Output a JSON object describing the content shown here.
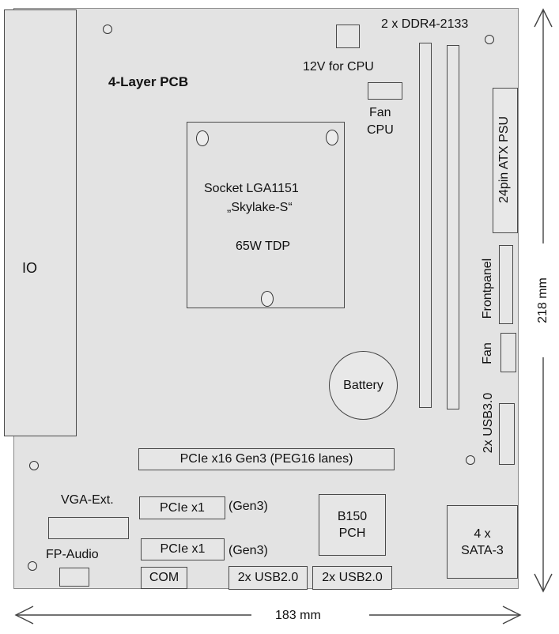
{
  "io": "IO",
  "pcb_layers": "4-Layer PCB",
  "memory": "2 x DDR4-2133",
  "cpu_power": "12V for CPU",
  "cpu_fan_line1": "Fan",
  "cpu_fan_line2": "CPU",
  "socket_line1": "Socket LGA1151",
  "socket_line2": "„Skylake-S“",
  "socket_tdp": "65W TDP",
  "psu": "24pin ATX PSU",
  "frontpanel": "Frontpanel",
  "fan": "Fan",
  "usb3": "2x USB3.0",
  "battery": "Battery",
  "pcie_x16": "PCIe x16 Gen3 (PEG16 lanes)",
  "vga": "VGA-Ext.",
  "pcie_x1_a": "PCIe x1",
  "pcie_x1_a_gen": "(Gen3)",
  "pcie_x1_b": "PCIe x1",
  "pcie_x1_b_gen": "(Gen3)",
  "pch_line1": "B150",
  "pch_line2": "PCH",
  "sata_line1": "4 x",
  "sata_line2": "SATA-3",
  "fp_audio": "FP-Audio",
  "com": "COM",
  "usb2_a": "2x USB2.0",
  "usb2_b": "2x USB2.0",
  "height_dim": "218 mm",
  "width_dim": "183 mm"
}
